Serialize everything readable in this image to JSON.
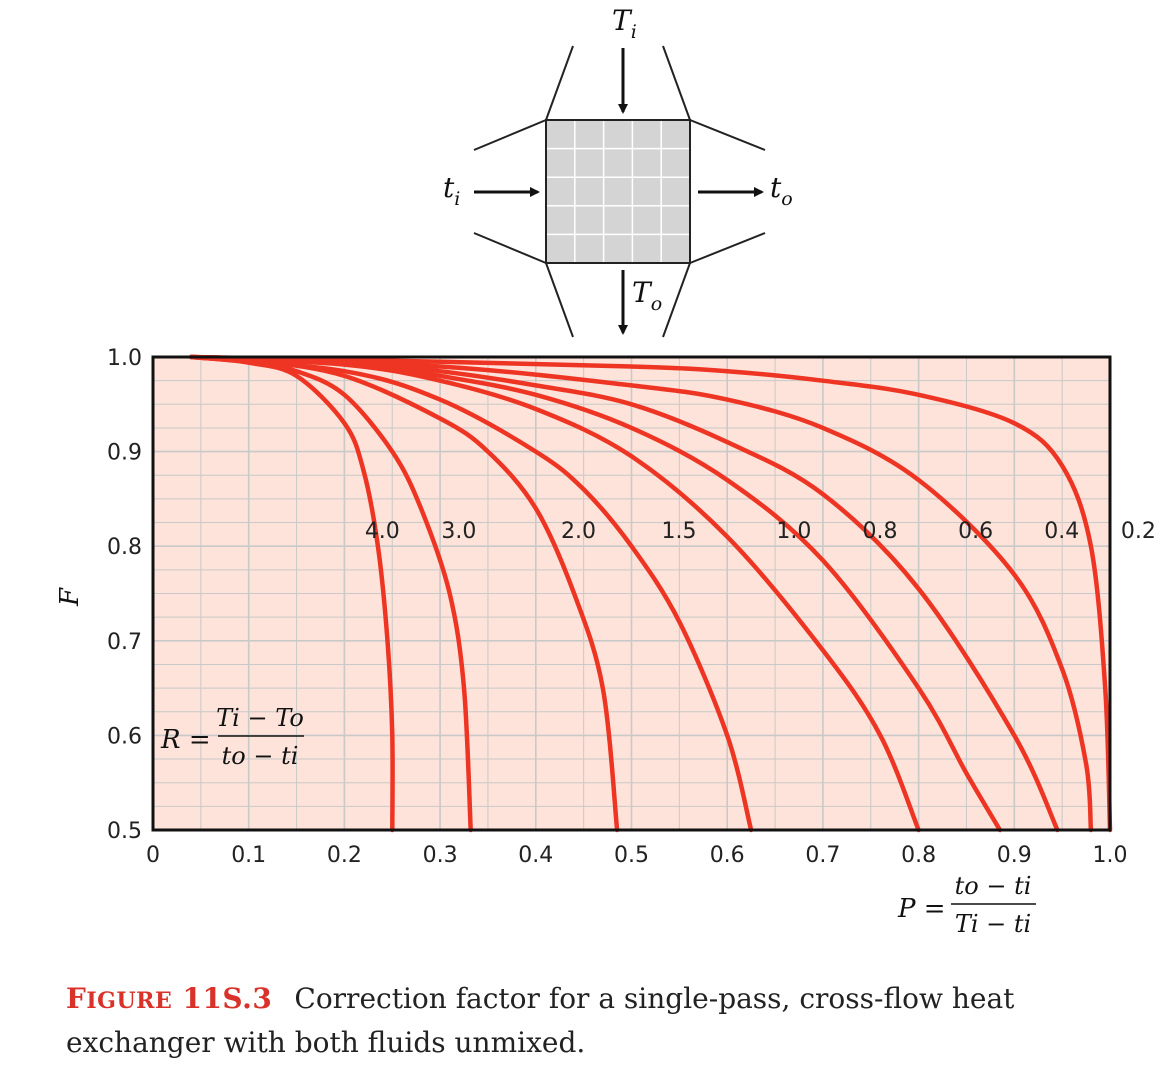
{
  "diagram": {
    "hot_in": "T",
    "hot_in_sub": "i",
    "hot_out": "T",
    "hot_out_sub": "o",
    "cold_in": "t",
    "cold_in_sub": "i",
    "cold_out": "t",
    "cold_out_sub": "o"
  },
  "r_formula": {
    "lhs": "R =",
    "numerator": "Ti − To",
    "denominator": "to − ti"
  },
  "p_formula": {
    "lhs": "P =",
    "numerator": "to − ti",
    "denominator": "Ti − ti"
  },
  "caption": {
    "figure_first": "F",
    "figure_rest": "IGURE",
    "figure_num": "11S.3",
    "text": "Correction factor for a single-pass, cross-flow heat exchanger with both fluids unmixed."
  },
  "colors": {
    "curve": "#ee3524",
    "plot_bg": "#fde3d9",
    "grid": "#c9c9c9",
    "diagram_fill": "#d4d4d4",
    "caption_accent": "#d8322a"
  },
  "chart_data": {
    "type": "line",
    "xlabel": "P",
    "ylabel": "F",
    "xlim": [
      0,
      1.0
    ],
    "ylim": [
      0.5,
      1.0
    ],
    "x_ticks": [
      "0",
      "0.1",
      "0.2",
      "0.3",
      "0.4",
      "0.5",
      "0.6",
      "0.7",
      "0.8",
      "0.9",
      "1.0"
    ],
    "y_ticks": [
      "0.5",
      "0.6",
      "0.7",
      "0.8",
      "0.9",
      "1.0"
    ],
    "grid": true,
    "series": [
      {
        "name": "4.0",
        "points": [
          [
            0.04,
            1.0
          ],
          [
            0.1,
            0.994
          ],
          [
            0.15,
            0.98
          ],
          [
            0.2,
            0.93
          ],
          [
            0.22,
            0.88
          ],
          [
            0.235,
            0.8
          ],
          [
            0.245,
            0.7
          ],
          [
            0.25,
            0.6
          ],
          [
            0.25,
            0.5
          ]
        ]
      },
      {
        "name": "3.0",
        "points": [
          [
            0.04,
            1.0
          ],
          [
            0.1,
            0.995
          ],
          [
            0.15,
            0.985
          ],
          [
            0.2,
            0.96
          ],
          [
            0.25,
            0.9
          ],
          [
            0.28,
            0.84
          ],
          [
            0.31,
            0.75
          ],
          [
            0.325,
            0.65
          ],
          [
            0.332,
            0.5
          ]
        ]
      },
      {
        "name": "2.0",
        "points": [
          [
            0.04,
            1.0
          ],
          [
            0.1,
            0.997
          ],
          [
            0.2,
            0.98
          ],
          [
            0.3,
            0.935
          ],
          [
            0.35,
            0.9
          ],
          [
            0.4,
            0.84
          ],
          [
            0.44,
            0.75
          ],
          [
            0.47,
            0.65
          ],
          [
            0.485,
            0.5
          ]
        ]
      },
      {
        "name": "1.5",
        "points": [
          [
            0.04,
            1.0
          ],
          [
            0.2,
            0.985
          ],
          [
            0.3,
            0.955
          ],
          [
            0.4,
            0.9
          ],
          [
            0.45,
            0.86
          ],
          [
            0.5,
            0.8
          ],
          [
            0.55,
            0.72
          ],
          [
            0.6,
            0.6
          ],
          [
            0.625,
            0.5
          ]
        ]
      },
      {
        "name": "1.0",
        "points": [
          [
            0.04,
            1.0
          ],
          [
            0.2,
            0.992
          ],
          [
            0.3,
            0.975
          ],
          [
            0.4,
            0.945
          ],
          [
            0.5,
            0.895
          ],
          [
            0.6,
            0.81
          ],
          [
            0.7,
            0.69
          ],
          [
            0.76,
            0.6
          ],
          [
            0.8,
            0.5
          ]
        ]
      },
      {
        "name": "0.8",
        "points": [
          [
            0.04,
            1.0
          ],
          [
            0.2,
            0.994
          ],
          [
            0.3,
            0.98
          ],
          [
            0.4,
            0.96
          ],
          [
            0.5,
            0.925
          ],
          [
            0.6,
            0.87
          ],
          [
            0.7,
            0.785
          ],
          [
            0.8,
            0.65
          ],
          [
            0.85,
            0.56
          ],
          [
            0.885,
            0.5
          ]
        ]
      },
      {
        "name": "0.6",
        "points": [
          [
            0.04,
            1.0
          ],
          [
            0.2,
            0.995
          ],
          [
            0.3,
            0.985
          ],
          [
            0.4,
            0.97
          ],
          [
            0.5,
            0.95
          ],
          [
            0.6,
            0.91
          ],
          [
            0.7,
            0.855
          ],
          [
            0.8,
            0.755
          ],
          [
            0.9,
            0.6
          ],
          [
            0.945,
            0.5
          ]
        ]
      },
      {
        "name": "0.4",
        "points": [
          [
            0.04,
            1.0
          ],
          [
            0.3,
            0.99
          ],
          [
            0.5,
            0.97
          ],
          [
            0.6,
            0.955
          ],
          [
            0.7,
            0.925
          ],
          [
            0.8,
            0.87
          ],
          [
            0.9,
            0.77
          ],
          [
            0.95,
            0.67
          ],
          [
            0.975,
            0.57
          ],
          [
            0.98,
            0.5
          ]
        ]
      },
      {
        "name": "0.2",
        "points": [
          [
            0.04,
            1.0
          ],
          [
            0.3,
            0.995
          ],
          [
            0.5,
            0.99
          ],
          [
            0.6,
            0.985
          ],
          [
            0.7,
            0.975
          ],
          [
            0.8,
            0.96
          ],
          [
            0.9,
            0.93
          ],
          [
            0.95,
            0.885
          ],
          [
            0.98,
            0.8
          ],
          [
            0.995,
            0.65
          ],
          [
            1.0,
            0.5
          ]
        ]
      }
    ],
    "curve_labels": [
      {
        "text": "4.0",
        "x": 0.26,
        "y": 0.817
      },
      {
        "text": "3.0",
        "x": 0.34,
        "y": 0.817
      },
      {
        "text": "2.0",
        "x": 0.465,
        "y": 0.817
      },
      {
        "text": "1.5",
        "x": 0.57,
        "y": 0.817
      },
      {
        "text": "1.0",
        "x": 0.69,
        "y": 0.817
      },
      {
        "text": "0.8",
        "x": 0.78,
        "y": 0.817
      },
      {
        "text": "0.6",
        "x": 0.88,
        "y": 0.817
      },
      {
        "text": "0.4",
        "x": 0.97,
        "y": 0.817
      },
      {
        "text": "0.2",
        "x": 1.05,
        "y": 0.817
      }
    ]
  }
}
